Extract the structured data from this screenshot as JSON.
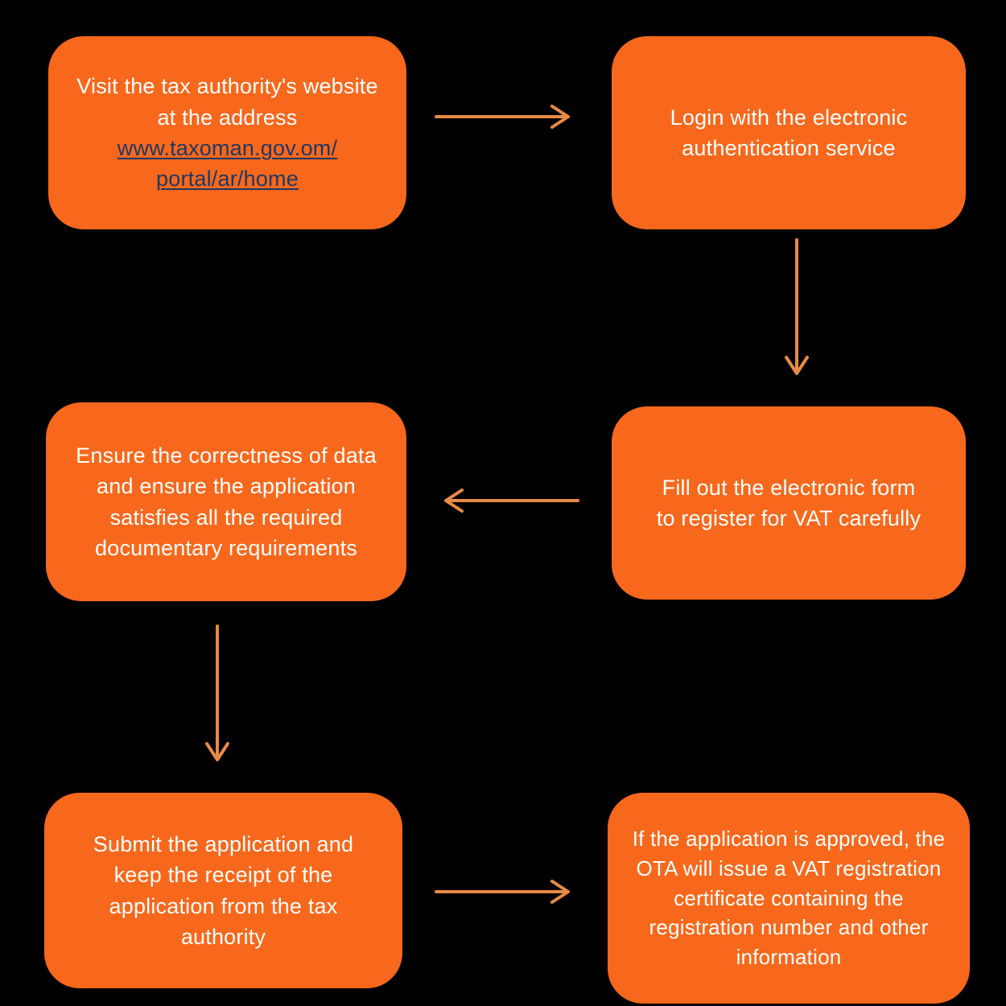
{
  "colors": {
    "background": "#000000",
    "box": "#F7681C",
    "arrow": "#E88A45",
    "text": "#FFFFFF",
    "link": "#1F3864"
  },
  "steps": [
    {
      "name": "visit-website",
      "text": "Visit the tax authority's website at the address",
      "link_lines": [
        "www.taxoman.gov.om/",
        "portal/ar/home"
      ]
    },
    {
      "name": "login",
      "text": "Login with the electronic authentication service"
    },
    {
      "name": "fill-form",
      "text": "Fill out the electronic form to register for VAT carefully"
    },
    {
      "name": "ensure-correctness",
      "text": "Ensure the correctness of data and ensure the application satisfies all the required documentary requirements"
    },
    {
      "name": "submit-application",
      "text": "Submit the application and keep the receipt of the application from the tax authority"
    },
    {
      "name": "approval-certificate",
      "text": "If the application is approved, the OTA will issue a VAT registration certificate containing the registration number and other information"
    }
  ],
  "arrows": [
    {
      "from": "visit-website",
      "to": "login",
      "direction": "right"
    },
    {
      "from": "login",
      "to": "fill-form",
      "direction": "down"
    },
    {
      "from": "fill-form",
      "to": "ensure-correctness",
      "direction": "left"
    },
    {
      "from": "ensure-correctness",
      "to": "submit-application",
      "direction": "down"
    },
    {
      "from": "submit-application",
      "to": "approval-certificate",
      "direction": "right"
    }
  ]
}
